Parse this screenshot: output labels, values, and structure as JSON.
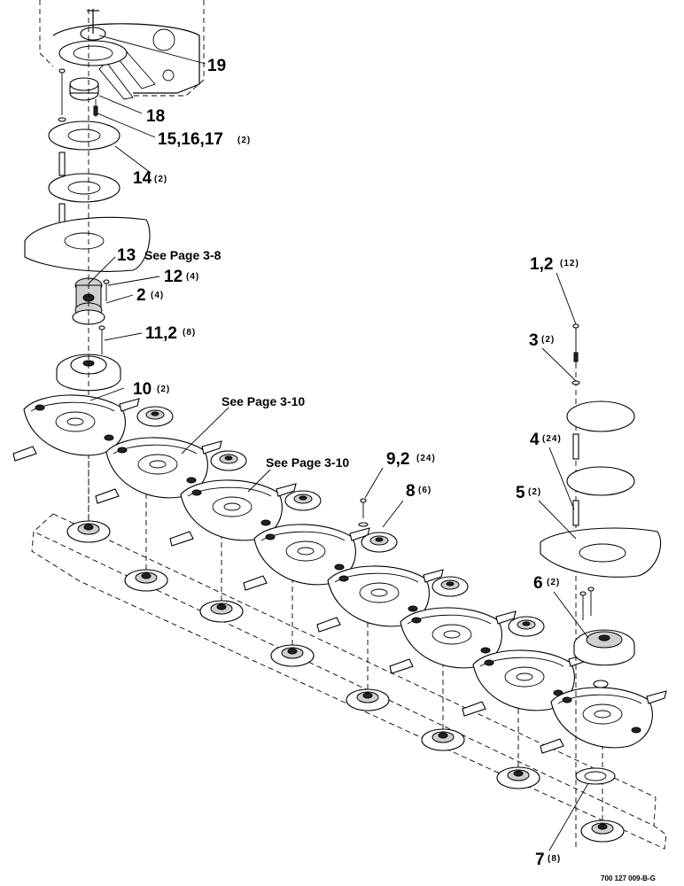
{
  "labels": {
    "l19": "19",
    "l18": "18",
    "l15": "15,16,17",
    "l15q": "(2)",
    "l14": "14",
    "l14q": "(2)",
    "l13": "13",
    "l13ref": "See Page 3-8",
    "l12": "12",
    "l12q": "(4)",
    "l2": "2",
    "l2q": "(4)",
    "l11": "11,2",
    "l11q": "(8)",
    "l10": "10",
    "l10q": "(2)",
    "ref310a": "See Page 3-10",
    "ref310b": "See Page 3-10",
    "l9": "9,2",
    "l9q": "(24)",
    "l8": "8",
    "l8q": "(6)",
    "r1": "1,2",
    "r1q": "(12)",
    "r3": "3",
    "r3q": "(2)",
    "r4": "4",
    "r4q": "(24)",
    "r5": "5",
    "r5q": "(2)",
    "r6": "6",
    "r6q": "(2)",
    "r7": "7",
    "r7q": "(8)"
  },
  "figure_code": "700 127 009-B-G"
}
